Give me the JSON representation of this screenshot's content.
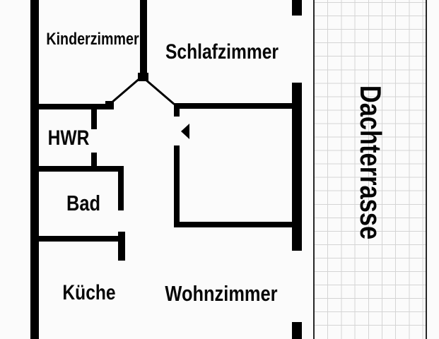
{
  "floorplan": {
    "rooms": {
      "kinderzimmer": "Kinderzimmer",
      "schlafzimmer": "Schlafzimmer",
      "hwr": "HWR",
      "bad": "Bad",
      "kueche": "Küche",
      "wohnzimmer": "Wohnzimmer",
      "dachterrasse": "Dachterrasse"
    },
    "icons": {
      "entrance_arrow": "left-pointing-triangle-entrance-marker",
      "door_swing_lines": "diagonal-open-door-leaves",
      "terrace_tiles": "square-tile-grid"
    },
    "colors": {
      "wall": "#000000",
      "background": "#fbfbfb",
      "text": "#070707",
      "terrace_border": "#262626",
      "terrace_grid_line": "#d4d4d4"
    }
  }
}
